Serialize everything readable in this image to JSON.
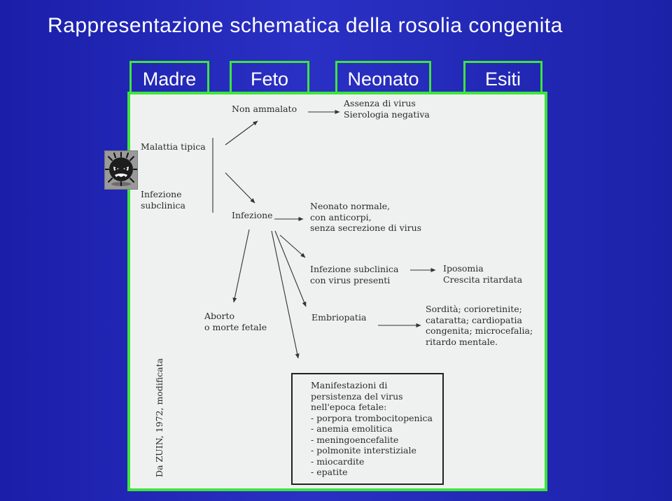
{
  "title": "Rappresentazione schematica della rosolia congenita",
  "columns": {
    "madre": "Madre",
    "feto": "Feto",
    "neonato": "Neonato",
    "esiti": "Esiti"
  },
  "diagram": {
    "non_ammalato": "Non ammalato",
    "assenza_virus": "Assenza di virus\nSierologia negativa",
    "malattia_tipica": "Malattia tipica",
    "infezione_subclinica_madre": "Infezione\nsubclinica",
    "infezione": "Infezione",
    "neonato_normale": "Neonato normale,\ncon anticorpi,\nsenza secrezione di virus",
    "infezione_subclinica_neonato": "Infezione subclinica\ncon virus presenti",
    "iposomia": "Iposomia\nCrescita ritardata",
    "aborto": "Aborto\no morte fetale",
    "embriopatia": "Embriopatia",
    "esiti_embriopatia": "Sordità; corioretinite;\ncataratta; cardiopatia\ncongenita; microcefalia;\nritardo mentale.",
    "manifestazioni": "Manifestazioni di\npersistenza del virus\nnell'epoca fetale:\n- porpora trombocitopenica\n- anemia emolitica\n- meningoencefalite\n- polmonite interstiziale\n- miocardite\n- epatite",
    "credit": "Da ZUIN, 1972, modificata"
  },
  "icons": {
    "virus": "virus-icon"
  },
  "colors": {
    "background": "#2329b4",
    "title_text": "#ffffff",
    "frame_green": "#3ee43e",
    "panel_bg": "#eef1ef",
    "diagram_text": "#2b2b2b"
  }
}
